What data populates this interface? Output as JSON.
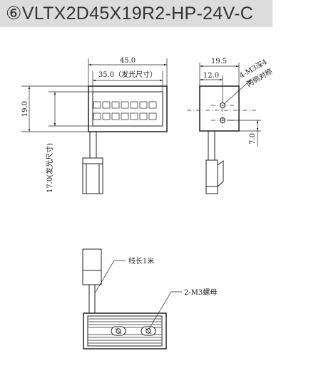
{
  "title": {
    "number_glyph": "⑥",
    "model": "VLTX2D45X19R2-HP-24V-C"
  },
  "front_view": {
    "width_dim": "45.0",
    "emitting_width_dim": "35.0（发光尺寸）",
    "height_dim": "19.0",
    "emitting_height_dim": "17.0(发光尺寸)"
  },
  "side_view": {
    "depth_dim": "19.5",
    "hole_offset_dim": "12.0",
    "hole_height_dim": "7.0",
    "hole_note_line1": "4-M3深4",
    "hole_note_line2": "两侧对称"
  },
  "bottom_view": {
    "cable_note": "线长1米",
    "nut_note": "2-M3螺母"
  }
}
